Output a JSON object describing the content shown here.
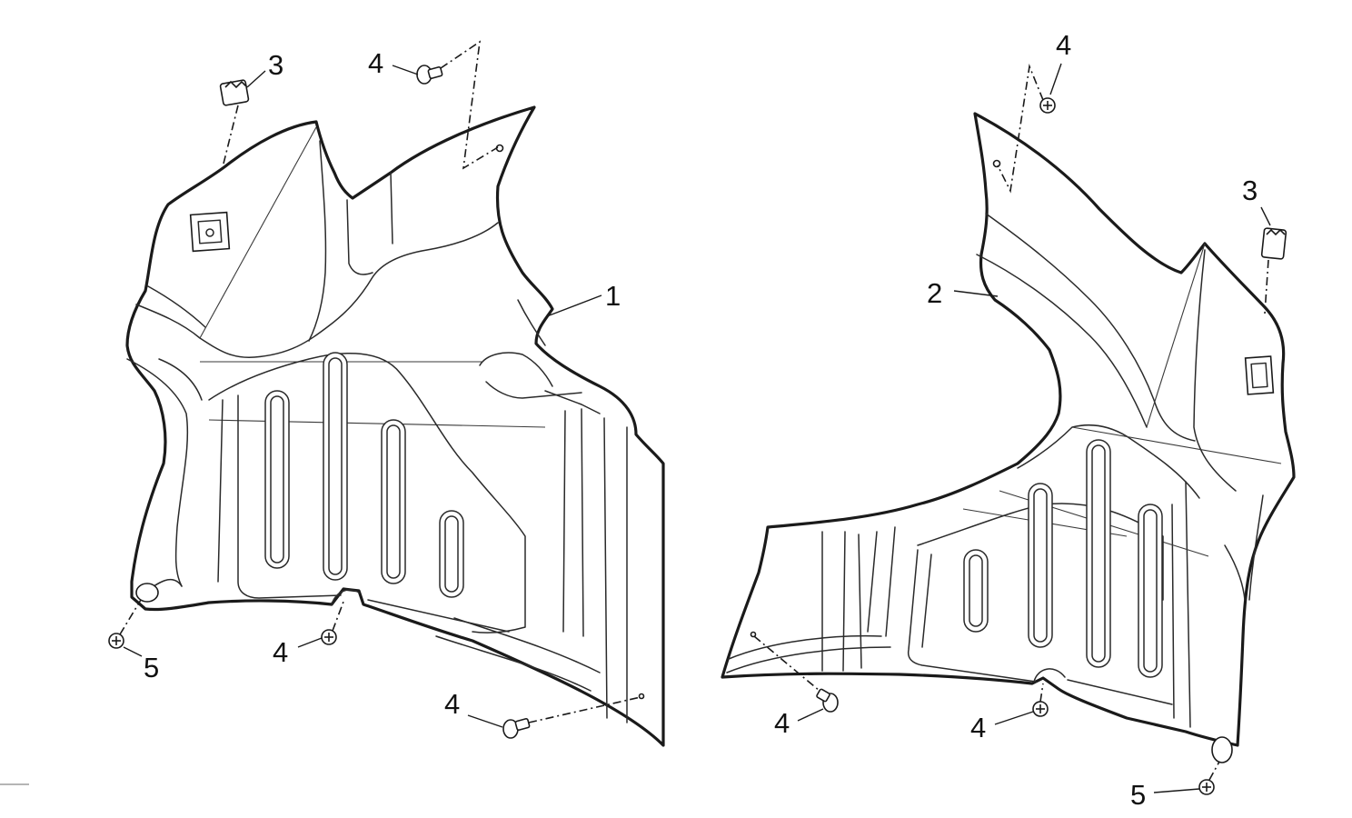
{
  "callouts": {
    "left_part": "1",
    "right_part": "2",
    "left_clip": "3",
    "right_clip": "3",
    "left_screw_top": "4",
    "left_screw_mid": "4",
    "left_screw_bottom": "4",
    "left_bolt": "5",
    "right_screw_top": "4",
    "right_screw_left": "4",
    "right_screw_mid": "4",
    "right_bolt": "5"
  }
}
